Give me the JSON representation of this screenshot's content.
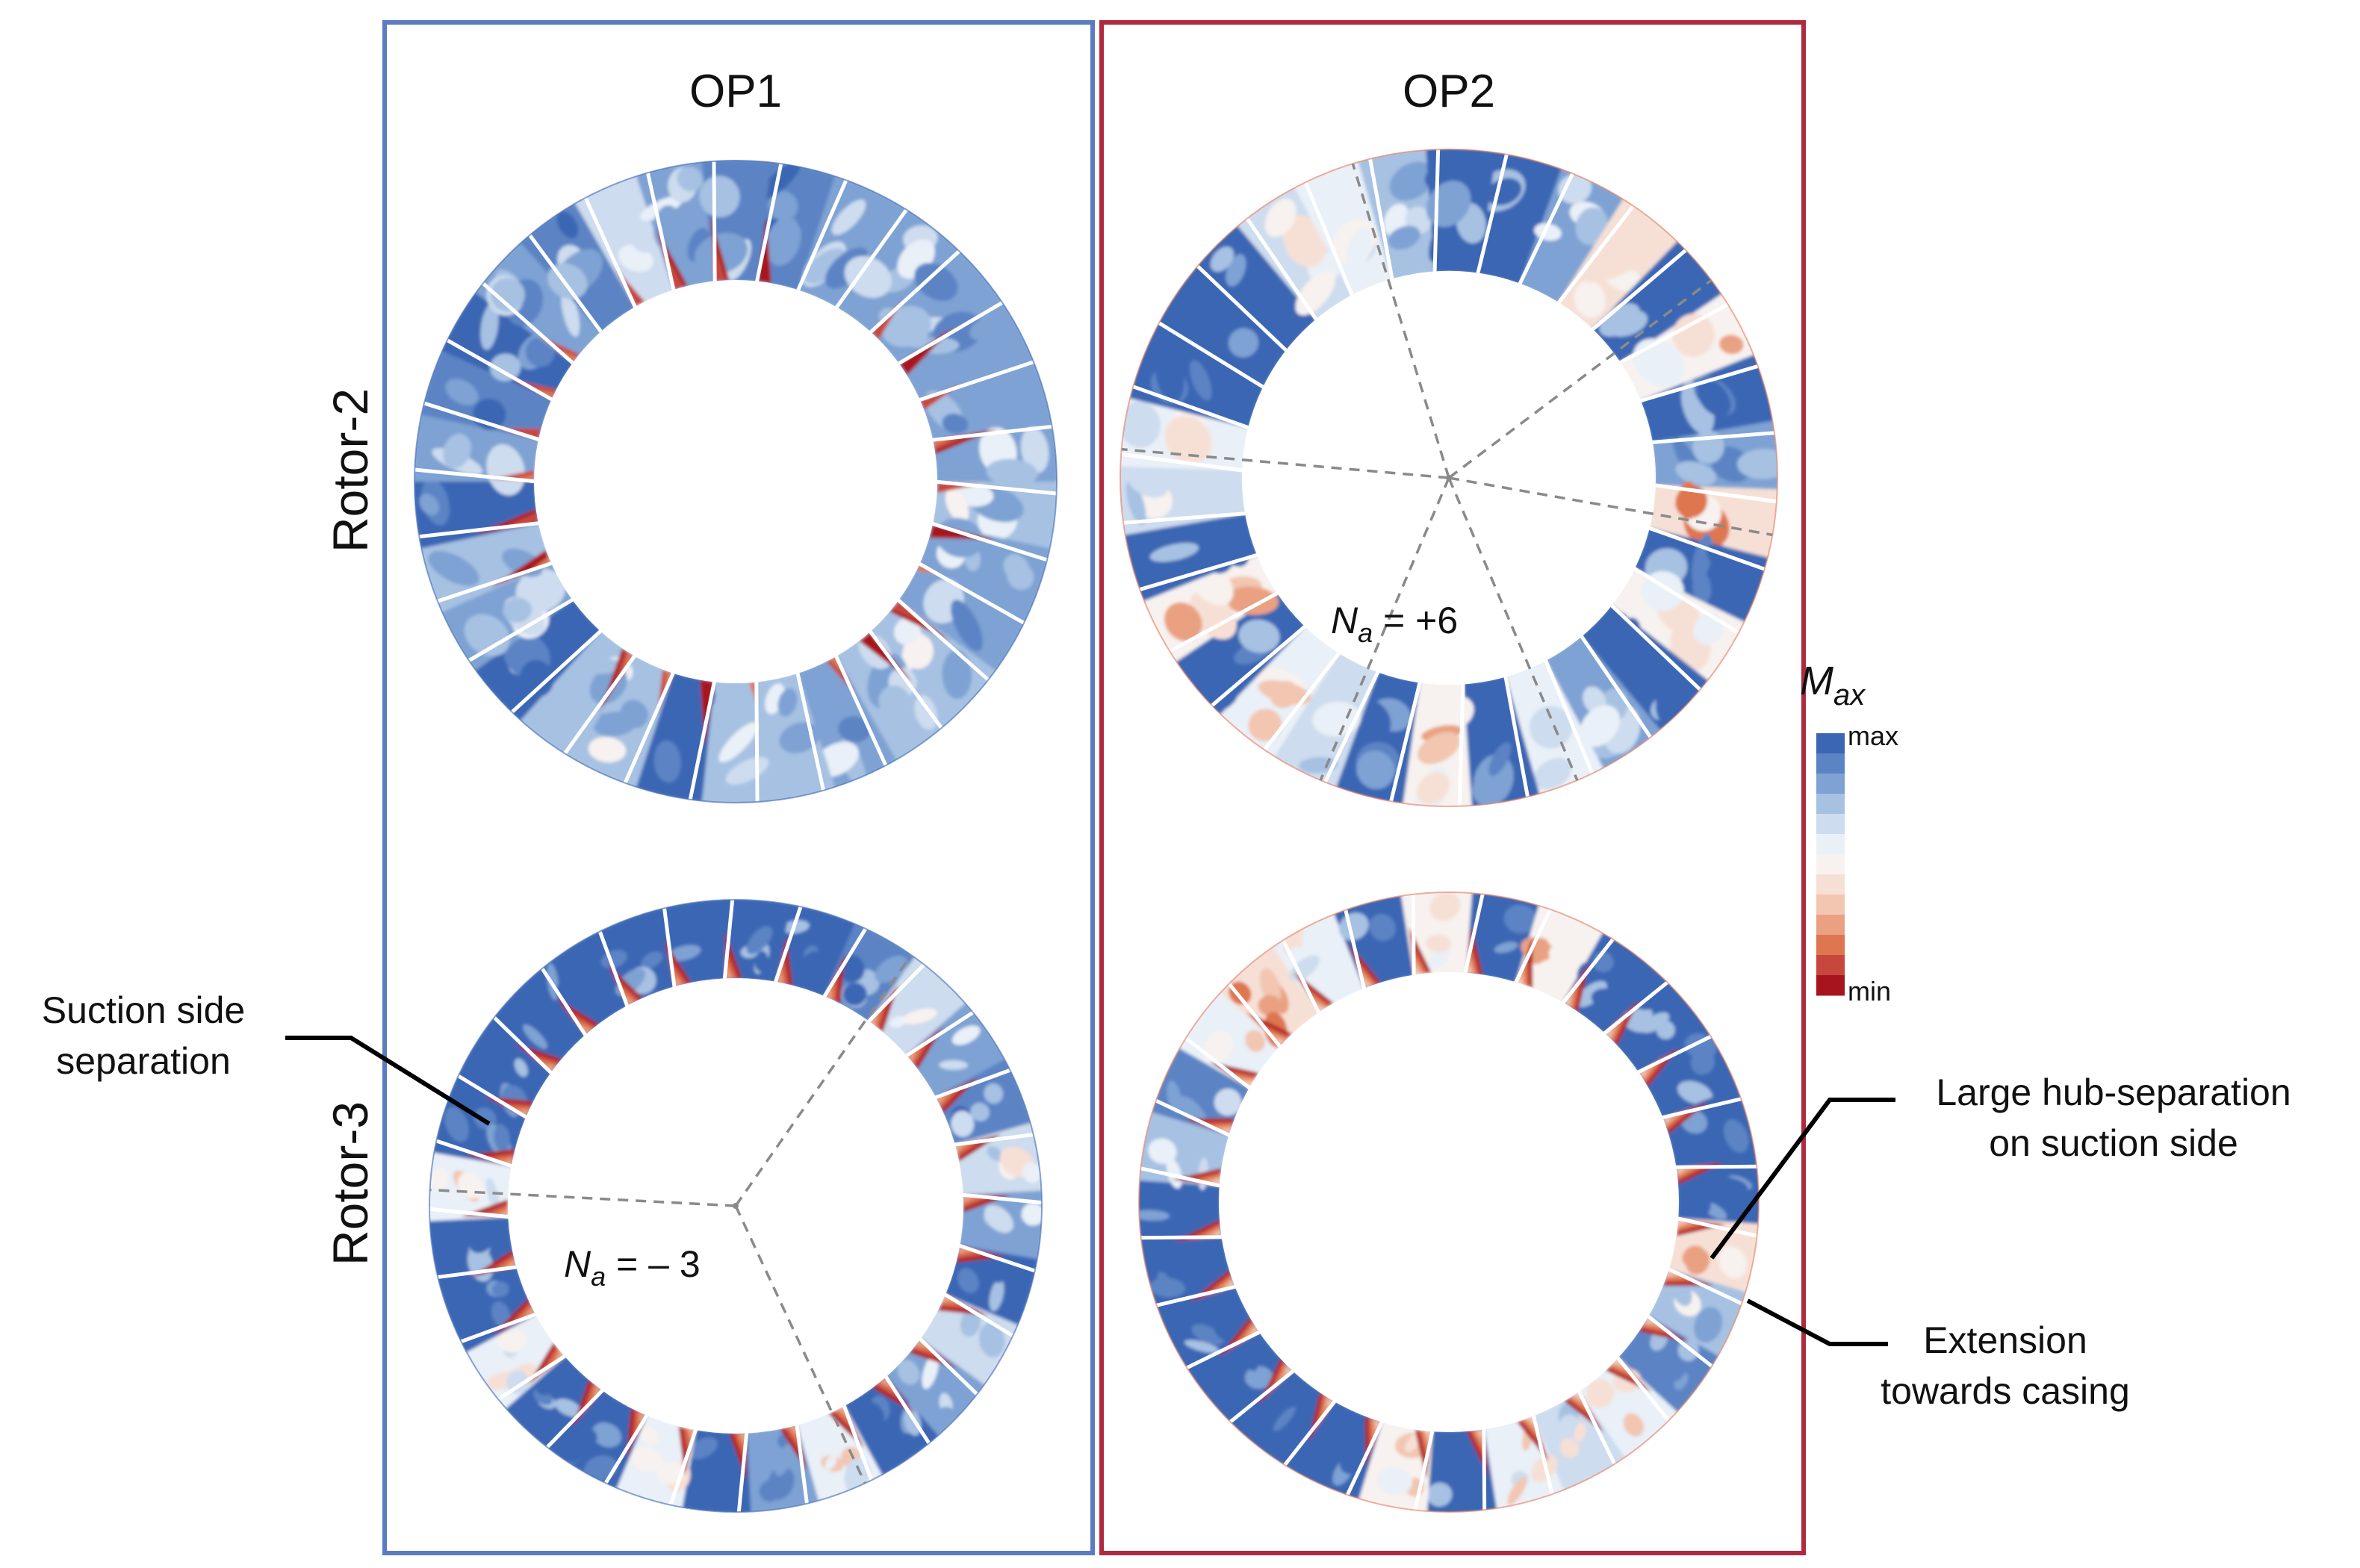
{
  "columns": [
    {
      "label": "OP1",
      "frame_color": "#5b7cc0"
    },
    {
      "label": "OP2",
      "frame_color": "#b02a3f"
    }
  ],
  "rows": [
    {
      "label": "Rotor-2"
    },
    {
      "label": "Rotor-3"
    }
  ],
  "panels": [
    {
      "id": "op1-rotor2",
      "blades": 30,
      "scheme": "op1r2"
    },
    {
      "id": "op2-rotor2",
      "blades": 30,
      "scheme": "op2r2",
      "na_symbol": "N",
      "na_sub": "a",
      "na_value": " = +6",
      "na_lines": 6
    },
    {
      "id": "op1-rotor3",
      "blades": 28,
      "scheme": "r3",
      "na_symbol": "N",
      "na_sub": "a",
      "na_value": " = – 3",
      "na_lines": 3
    },
    {
      "id": "op2-rotor3",
      "blades": 28,
      "scheme": "op2r3"
    }
  ],
  "colorbar": {
    "symbol": "M",
    "subscript": "ax",
    "max_label": "max",
    "min_label": "min",
    "colors": [
      "#3b66b4",
      "#5b84c4",
      "#7ea2d3",
      "#a6c1e2",
      "#cddcee",
      "#e9f0f8",
      "#f7f2ef",
      "#f6e0d6",
      "#f2c6b1",
      "#e9a182",
      "#de7650",
      "#c8473d",
      "#a8141e"
    ]
  },
  "annotations": [
    {
      "id": "suction-side-separation",
      "lines": [
        "Suction side",
        "separation"
      ]
    },
    {
      "id": "large-hub-separation",
      "lines": [
        "Large hub-separation",
        "on suction side"
      ]
    },
    {
      "id": "extension-towards-casing",
      "lines": [
        "Extension",
        "towards casing"
      ]
    }
  ]
}
